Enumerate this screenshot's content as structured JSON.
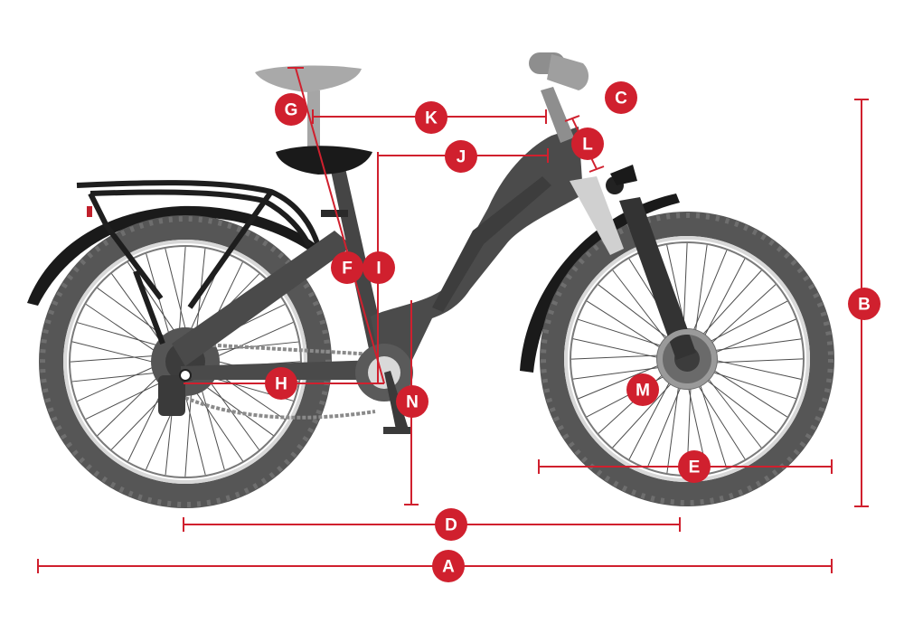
{
  "colors": {
    "accent": "#d0202e",
    "frame": "#4a4a4a",
    "frame_dark": "#2e2e2e",
    "tire": "#555555",
    "tire_tread": "#6b6b6b",
    "rim": "#e8e8e8",
    "fender": "#1a1a1a",
    "saddle_light": "#a9a9a9",
    "badge_text": "#ffffff"
  },
  "dimension_labels": {
    "A": "A",
    "B": "B",
    "C": "C",
    "D": "D",
    "E": "E",
    "F": "F",
    "G": "G",
    "H": "H",
    "I": "I",
    "J": "J",
    "K": "K",
    "L": "L",
    "M": "M",
    "N": "N"
  }
}
